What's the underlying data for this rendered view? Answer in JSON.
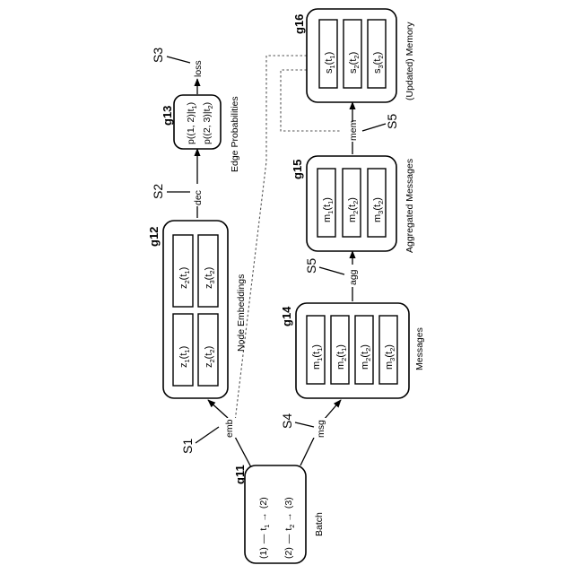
{
  "steps": {
    "s1": "S1",
    "s2": "S2",
    "s3": "S3",
    "s4": "S4",
    "s5a": "S5",
    "s5b": "S5"
  },
  "groups": {
    "g11": {
      "id": "g11",
      "caption": "Batch"
    },
    "g12": {
      "id": "g12",
      "caption": "Node Embeddings"
    },
    "g13": {
      "id": "g13",
      "caption": "Edge Probabilities"
    },
    "g14": {
      "id": "g14",
      "caption": "Messages"
    },
    "g15": {
      "id": "g15",
      "caption": "Aggregated Messages"
    },
    "g16": {
      "id": "g16",
      "caption": "(Updated) Memory"
    }
  },
  "edge_labels": {
    "emb": "emb",
    "dec": "dec",
    "loss": "loss",
    "msg": "msg",
    "agg": "agg",
    "mem": "mem"
  },
  "batch": {
    "rows": [
      {
        "src": "(1)",
        "dash": "—",
        "t": "t",
        "tsub": "1",
        "arrow": "→",
        "dst": "(2)"
      },
      {
        "src": "(2)",
        "dash": "—",
        "t": "t",
        "tsub": "2",
        "arrow": "→",
        "dst": "(3)"
      }
    ]
  },
  "embeddings": [
    {
      "base": "z",
      "sub": "1",
      "t": "t",
      "tsub": "1"
    },
    {
      "base": "z",
      "sub": "2",
      "t": "t",
      "tsub": "1"
    },
    {
      "base": "z",
      "sub": "2",
      "t": "t",
      "tsub": "2"
    },
    {
      "base": "z",
      "sub": "3",
      "t": "t",
      "tsub": "2"
    }
  ],
  "probabilities": [
    {
      "p": "p((1, 2)|t",
      "sub": "1",
      "close": ")"
    },
    {
      "p": "p((2, 3)|t",
      "sub": "2",
      "close": ")"
    }
  ],
  "messages": [
    {
      "base": "m",
      "sub": "1",
      "t": "t",
      "tsub": "1"
    },
    {
      "base": "m",
      "sub": "2",
      "t": "t",
      "tsub": "1"
    },
    {
      "base": "m",
      "sub": "2",
      "t": "t",
      "tsub": "2"
    },
    {
      "base": "m",
      "sub": "3",
      "t": "t",
      "tsub": "2"
    }
  ],
  "aggregated": [
    {
      "base": "m",
      "sub": "1",
      "t": "t",
      "tsub": "1"
    },
    {
      "base": "m",
      "sub": "2",
      "t": "t",
      "tsub": "2"
    },
    {
      "base": "m",
      "sub": "3",
      "t": "t",
      "tsub": "2"
    }
  ],
  "memory": [
    {
      "base": "s",
      "sub": "1",
      "t": "t",
      "tsub": "1"
    },
    {
      "base": "s",
      "sub": "2",
      "t": "t",
      "tsub": "2"
    },
    {
      "base": "s",
      "sub": "3",
      "t": "t",
      "tsub": "2"
    }
  ]
}
